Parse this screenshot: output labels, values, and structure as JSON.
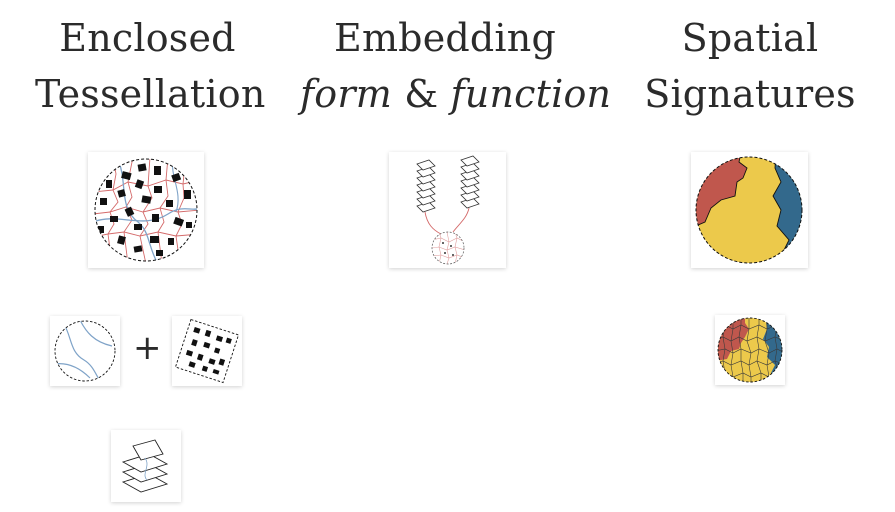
{
  "columns": [
    {
      "line1": "Enclosed",
      "line2": "Tessellation"
    },
    {
      "line1": "Embedding",
      "line2_a": "form",
      "line2_amp": "&",
      "line2_b": "function"
    },
    {
      "line1": "Spatial",
      "line2": "Signatures"
    }
  ],
  "operator": "+",
  "colors": {
    "red": "#c0574d",
    "yellow": "#ecc94b",
    "blue": "#33698c",
    "street_blue": "#7fa3c8",
    "edge_red": "#d46a6a",
    "ink": "#111111"
  },
  "icons": [
    "enclosed-tessellation-icon",
    "street-network-icon",
    "building-footprints-icon",
    "layer-stack-icon",
    "embedding-form-function-icon",
    "spatial-signatures-map-icon",
    "signature-tessellation-map-icon"
  ]
}
